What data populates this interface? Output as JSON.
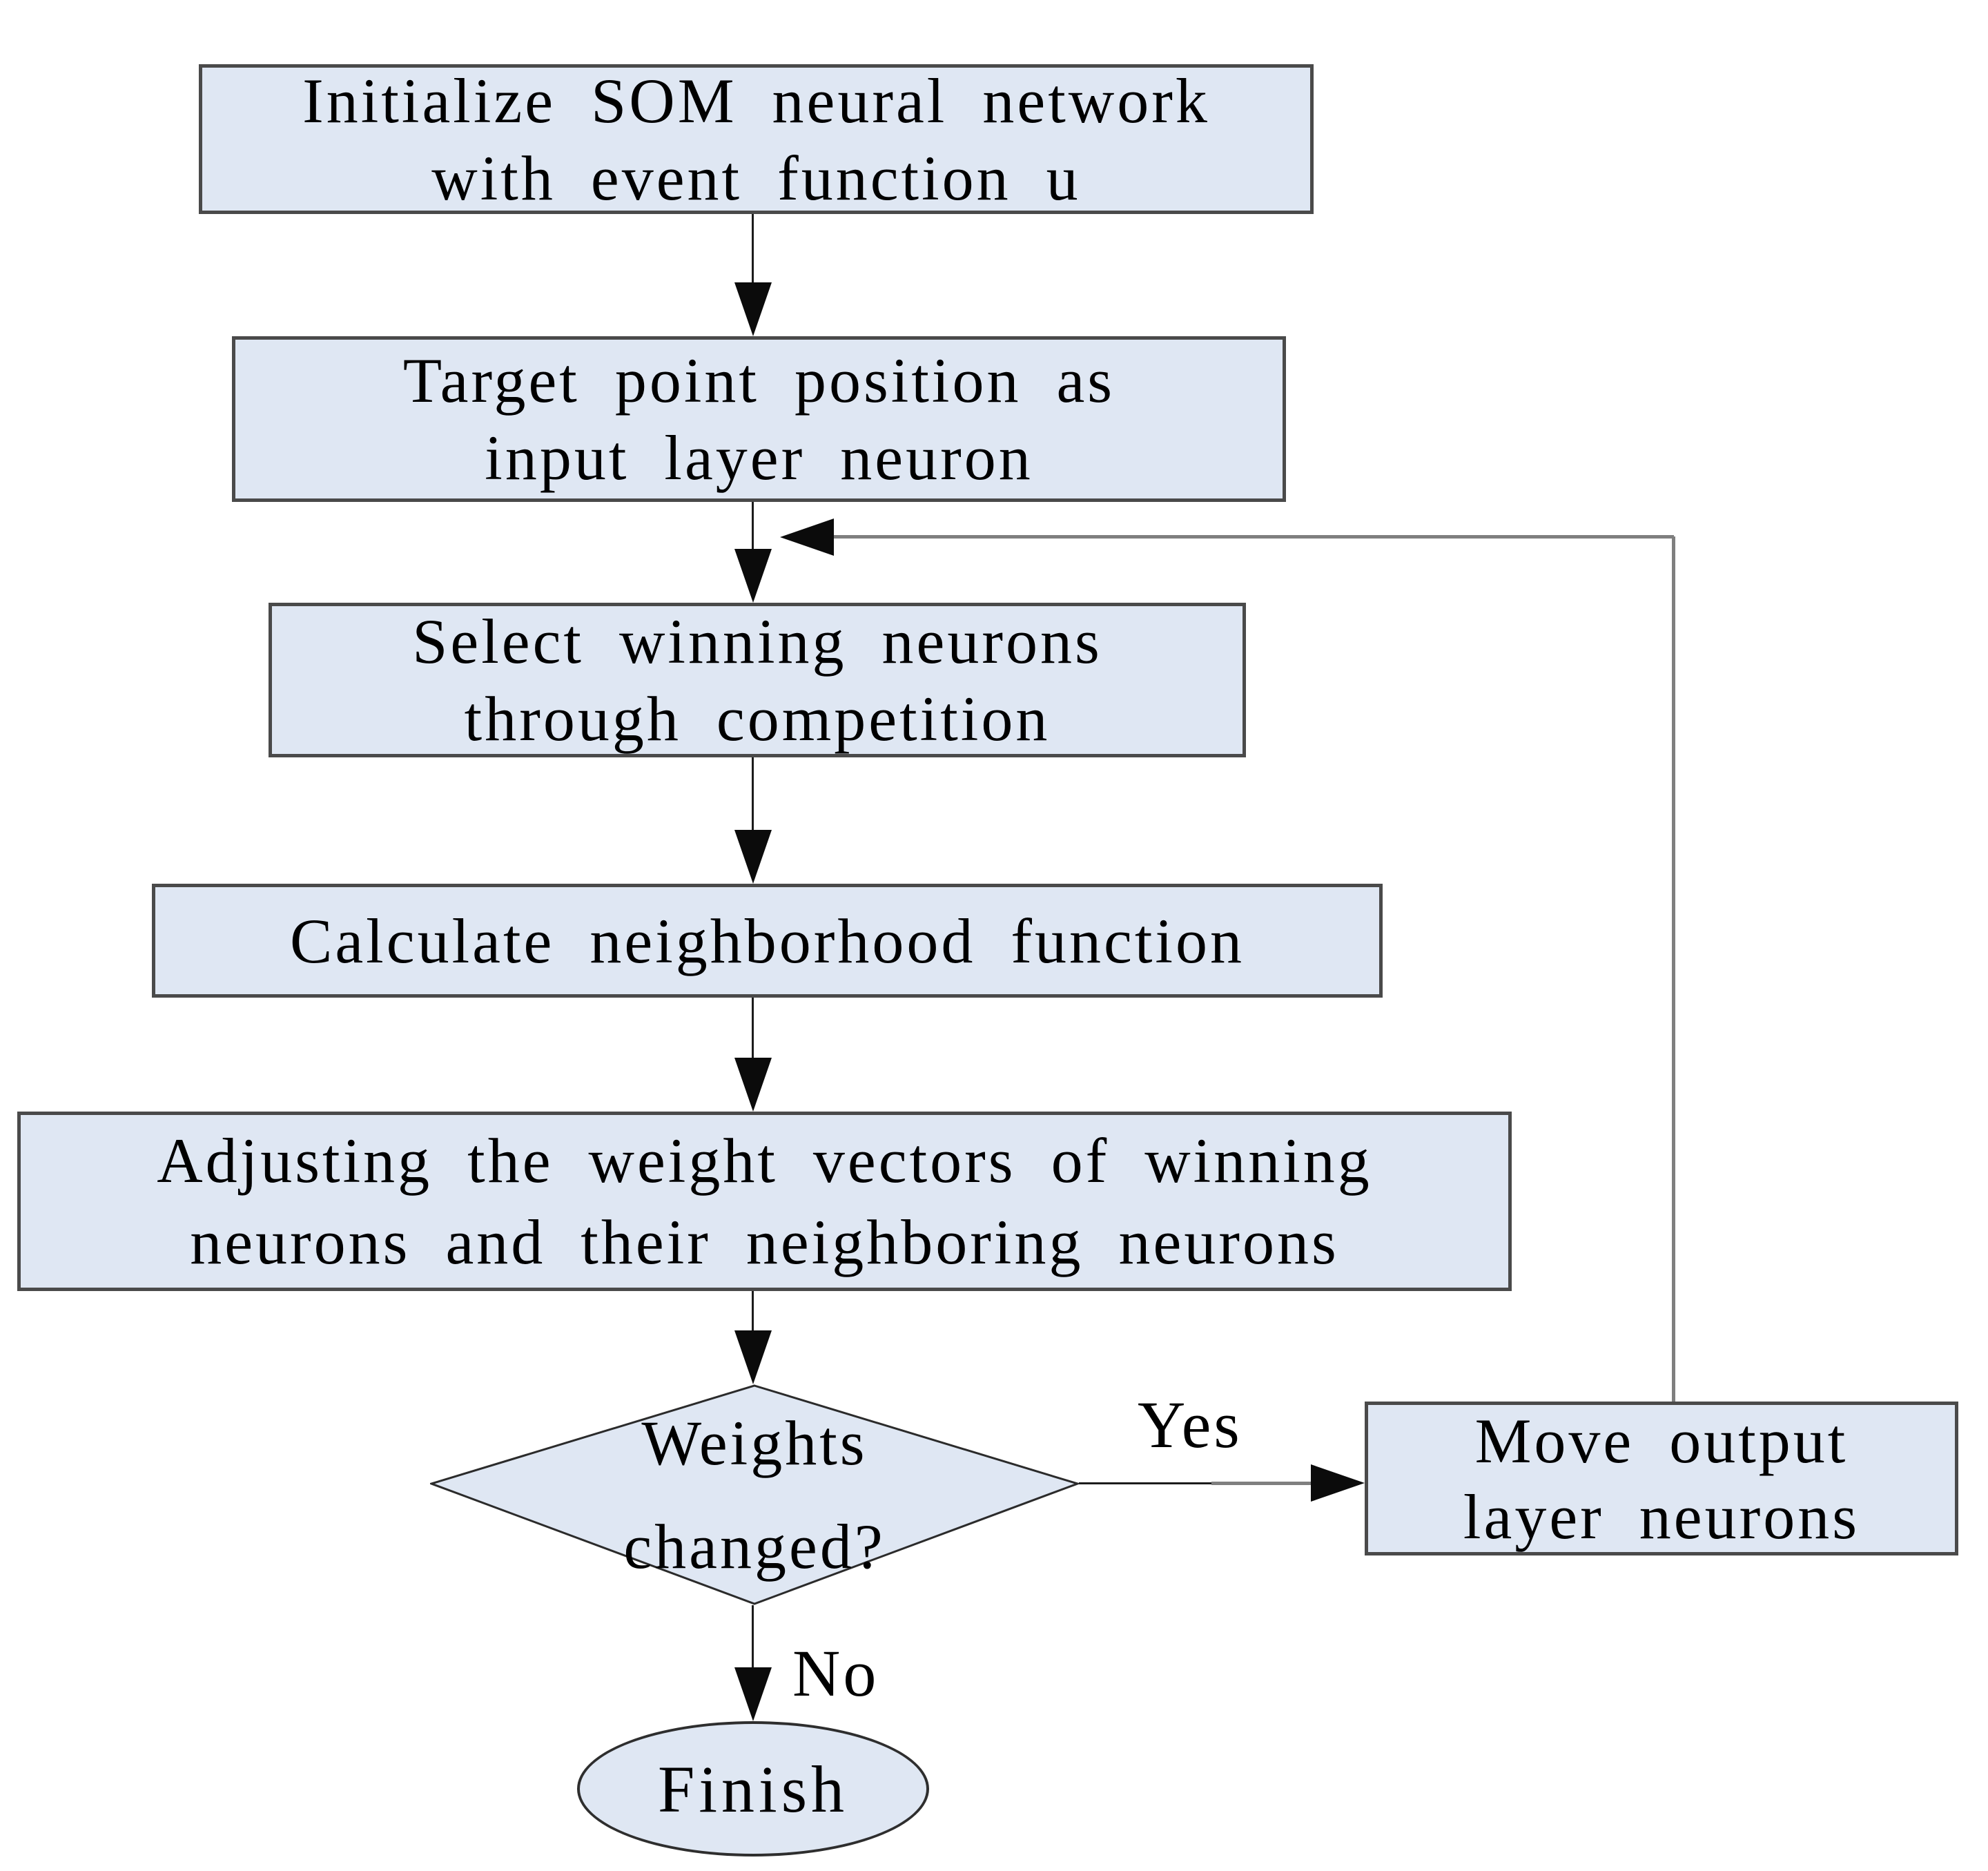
{
  "flowchart": {
    "nodes": {
      "init": {
        "line1": "Initialize SOM neural network",
        "line2": "with event function u"
      },
      "target": {
        "line1": "Target point position as",
        "line2": "input layer neuron"
      },
      "select": {
        "line1": "Select winning neurons",
        "line2": "through competition"
      },
      "calc": {
        "line1": "Calculate neighborhood function"
      },
      "adjust": {
        "line1": "Adjusting the weight vectors of winning",
        "line2": "neurons and their neighboring neurons"
      },
      "decision": {
        "line1": "Weights",
        "line2": "changed?"
      },
      "move": {
        "line1": "Move output",
        "line2": "layer neurons"
      },
      "finish": {
        "label": "Finish"
      }
    },
    "edge_labels": {
      "yes": "Yes",
      "no": "No"
    },
    "colors": {
      "node_fill": "#dfe7f3",
      "node_border": "#4a4a4a",
      "line_black": "#1c1c1c",
      "line_gray": "#7f7f7f",
      "arrow_black": "#0b0b0b",
      "text_color": "#000000"
    }
  }
}
